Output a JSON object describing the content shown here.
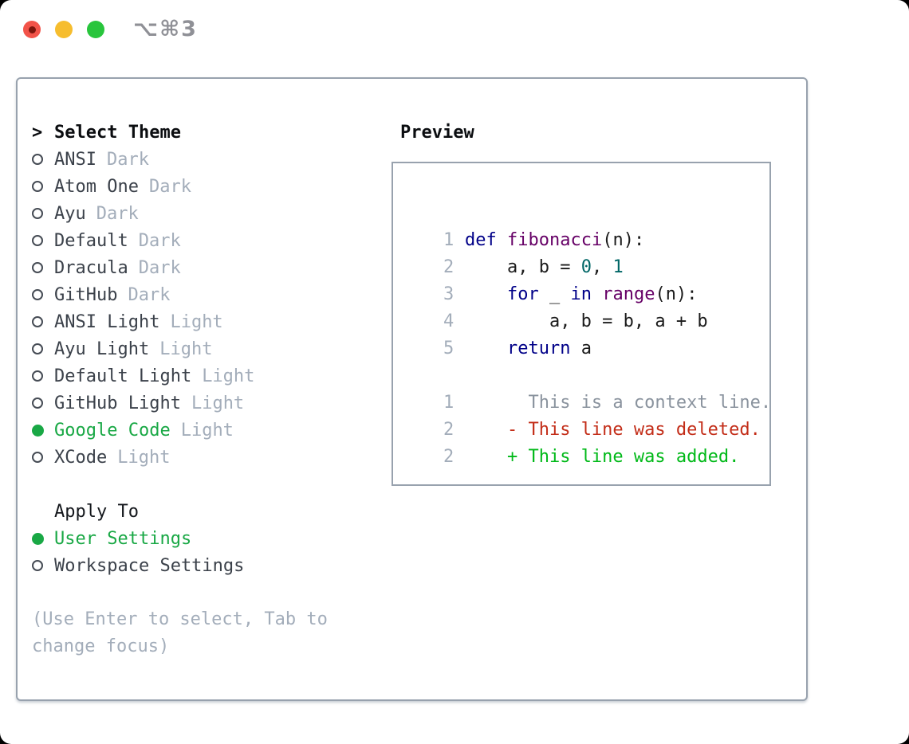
{
  "window": {
    "shortcut": "⌥⌘3"
  },
  "theme_panel": {
    "title_prefix": ">",
    "title": "Select Theme",
    "themes": [
      {
        "name": "ANSI",
        "variant": "Dark",
        "selected": false
      },
      {
        "name": "Atom One",
        "variant": "Dark",
        "selected": false
      },
      {
        "name": "Ayu",
        "variant": "Dark",
        "selected": false
      },
      {
        "name": "Default",
        "variant": "Dark",
        "selected": false
      },
      {
        "name": "Dracula",
        "variant": "Dark",
        "selected": false
      },
      {
        "name": "GitHub",
        "variant": "Dark",
        "selected": false
      },
      {
        "name": "ANSI Light",
        "variant": "Light",
        "selected": false
      },
      {
        "name": "Ayu Light",
        "variant": "Light",
        "selected": false
      },
      {
        "name": "Default Light",
        "variant": "Light",
        "selected": false
      },
      {
        "name": "GitHub Light",
        "variant": "Light",
        "selected": false
      },
      {
        "name": "Google Code",
        "variant": "Light",
        "selected": true
      },
      {
        "name": "XCode",
        "variant": "Light",
        "selected": false
      }
    ],
    "apply_to": {
      "title": "Apply To",
      "options": [
        {
          "name": "User Settings",
          "selected": true
        },
        {
          "name": "Workspace Settings",
          "selected": false
        }
      ]
    },
    "help_text": "(Use Enter to select, Tab to change focus)"
  },
  "preview": {
    "title": "Preview",
    "code_lines": [
      {
        "number": "1",
        "tokens": [
          {
            "t": "def",
            "c": "kw"
          },
          {
            "t": " ",
            "c": "pl"
          },
          {
            "t": "fibonacci",
            "c": "fn"
          },
          {
            "t": "(n):",
            "c": "pl"
          }
        ]
      },
      {
        "number": "2",
        "tokens": [
          {
            "t": "    a, b = ",
            "c": "pl"
          },
          {
            "t": "0",
            "c": "num"
          },
          {
            "t": ", ",
            "c": "pl"
          },
          {
            "t": "1",
            "c": "num"
          }
        ]
      },
      {
        "number": "3",
        "tokens": [
          {
            "t": "    ",
            "c": "pl"
          },
          {
            "t": "for",
            "c": "kw"
          },
          {
            "t": " _ ",
            "c": "pl"
          },
          {
            "t": "in",
            "c": "kw"
          },
          {
            "t": " ",
            "c": "pl"
          },
          {
            "t": "range",
            "c": "fn"
          },
          {
            "t": "(n):",
            "c": "pl"
          }
        ]
      },
      {
        "number": "4",
        "tokens": [
          {
            "t": "        a, b = b, a + b",
            "c": "pl"
          }
        ]
      },
      {
        "number": "5",
        "tokens": [
          {
            "t": "    ",
            "c": "pl"
          },
          {
            "t": "return",
            "c": "kw"
          },
          {
            "t": " a",
            "c": "pl"
          }
        ]
      }
    ],
    "diff_lines": [
      {
        "number": "1",
        "tokens": [
          {
            "t": "      This is a context line.",
            "c": "ctx"
          }
        ]
      },
      {
        "number": "2",
        "tokens": [
          {
            "t": "    - This line was deleted.",
            "c": "del"
          }
        ]
      },
      {
        "number": "2",
        "tokens": [
          {
            "t": "    + This line was added.",
            "c": "add"
          }
        ]
      }
    ]
  },
  "colors": {
    "page_bg": "#000000",
    "window_bg": "#ffffff",
    "panel_border": "#98a2ae",
    "accent_green": "#19a845",
    "added_green": "#00b918",
    "deleted_red": "#c32d18",
    "context_gray": "#8a939e",
    "muted_gray": "#a3adba",
    "list_text": "#3b414a",
    "heading_text": "#0b0d10",
    "keyword_blue": "#000088",
    "function_purple": "#660066",
    "number_teal": "#006666",
    "code_plain": "#1b1b1b",
    "shortcut_gray": "#8f9096",
    "traffic_red": "#f25349",
    "traffic_red_dot": "#7c150c",
    "traffic_yellow": "#f6bd2e",
    "traffic_green": "#28c53c"
  }
}
